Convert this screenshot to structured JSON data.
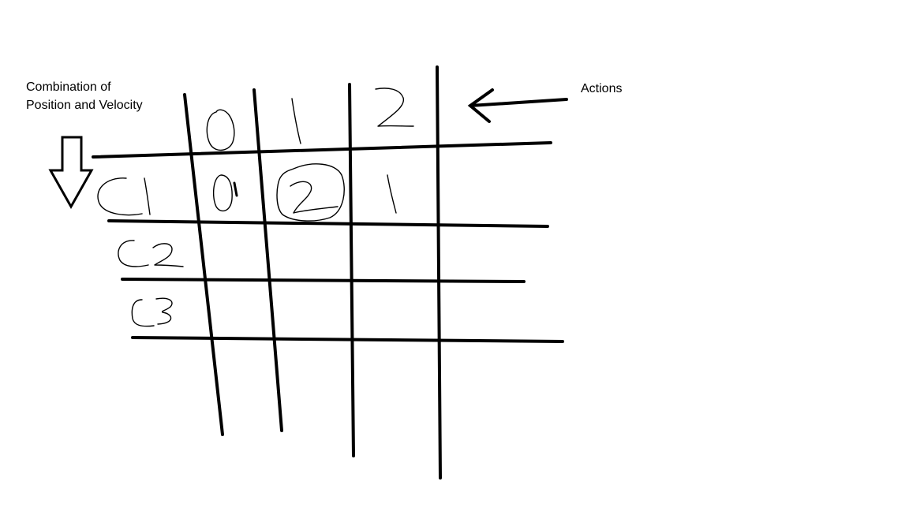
{
  "labels": {
    "state_line1": "Combination of",
    "state_line2": "Position and Velocity",
    "actions": "Actions"
  },
  "table": {
    "action_headers": [
      "0",
      "1",
      "2"
    ],
    "state_rows": [
      "C1",
      "C2",
      "C3"
    ],
    "cells": [
      [
        "0",
        "2",
        "1"
      ],
      [
        "",
        "",
        ""
      ],
      [
        "",
        "",
        ""
      ]
    ],
    "circled_cell": "C1-1"
  },
  "colors": {
    "ink": "#000000",
    "background": "#ffffff"
  },
  "icons": {
    "state_arrow": "arrow-down-outline-icon",
    "actions_arrow": "arrow-left-icon"
  }
}
